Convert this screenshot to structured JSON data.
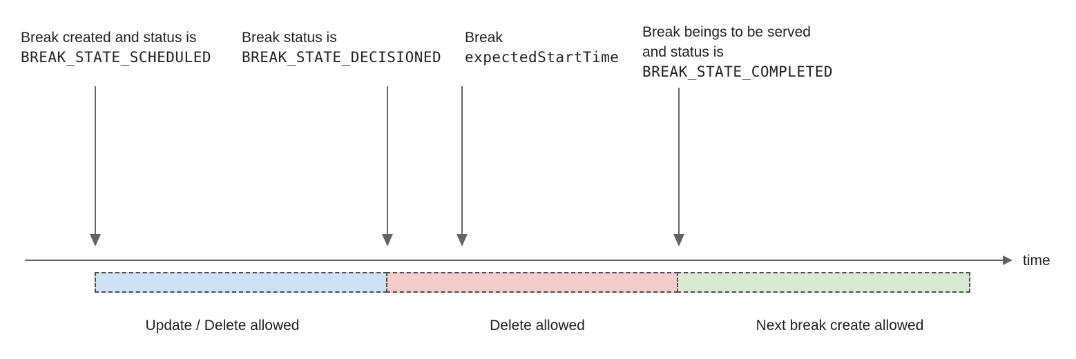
{
  "annotations": [
    {
      "lines": [
        "Break created and status is",
        "BREAK_STATE_SCHEDULED"
      ]
    },
    {
      "lines": [
        "Break status is",
        "BREAK_STATE_DECISIONED"
      ]
    },
    {
      "lines": [
        "Break",
        "expectedStartTime"
      ]
    },
    {
      "lines": [
        "Break beings to be served",
        "and status is",
        "BREAK_STATE_COMPLETED"
      ]
    }
  ],
  "timeline": {
    "axis_label": "time"
  },
  "segments": [
    {
      "label": "Update / Delete allowed",
      "fill": "#cfe2f3"
    },
    {
      "label": "Delete allowed",
      "fill": "#f4cccc"
    },
    {
      "label": "Next break create allowed",
      "fill": "#d9ead3"
    }
  ],
  "colors": {
    "arrow_line": "#636363",
    "dashed_border": "#4d4d4d",
    "text": "#202124"
  }
}
